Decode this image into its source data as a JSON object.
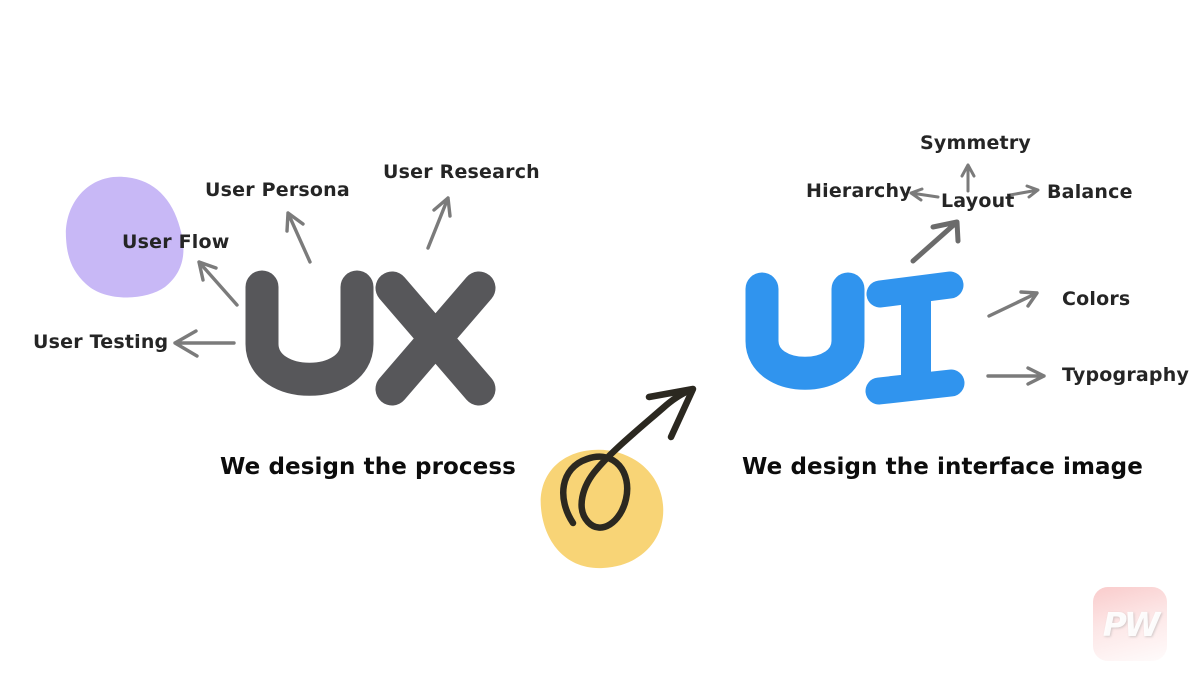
{
  "ux_section": {
    "big_text": "UX",
    "caption": "We design the process",
    "labels": {
      "user_flow": "User Flow",
      "user_persona": "User Persona",
      "user_research": "User Research",
      "user_testing": "User Testing"
    }
  },
  "ui_section": {
    "big_text": "UI",
    "caption": "We design the interface image",
    "labels": {
      "symmetry": "Symmetry",
      "hierarchy": "Hierarchy",
      "layout": "Layout",
      "balance": "Balance",
      "colors": "Colors",
      "typography": "Typography"
    }
  },
  "watermark": {
    "text": "PW"
  },
  "colors": {
    "background": "#ffffff",
    "ux_text": "#57575a",
    "ui_text": "#3094ee",
    "purple_blob": "#c8b8f6",
    "yellow_blob": "#f8d476",
    "arrow_gray": "#7b7b7b",
    "arrow_dark_gray": "#6b6b6b",
    "doodle_arrow": "#2b2820",
    "label_text": "#252525",
    "caption_text": "#0c0c0c",
    "watermark_pink": "#f07878"
  }
}
